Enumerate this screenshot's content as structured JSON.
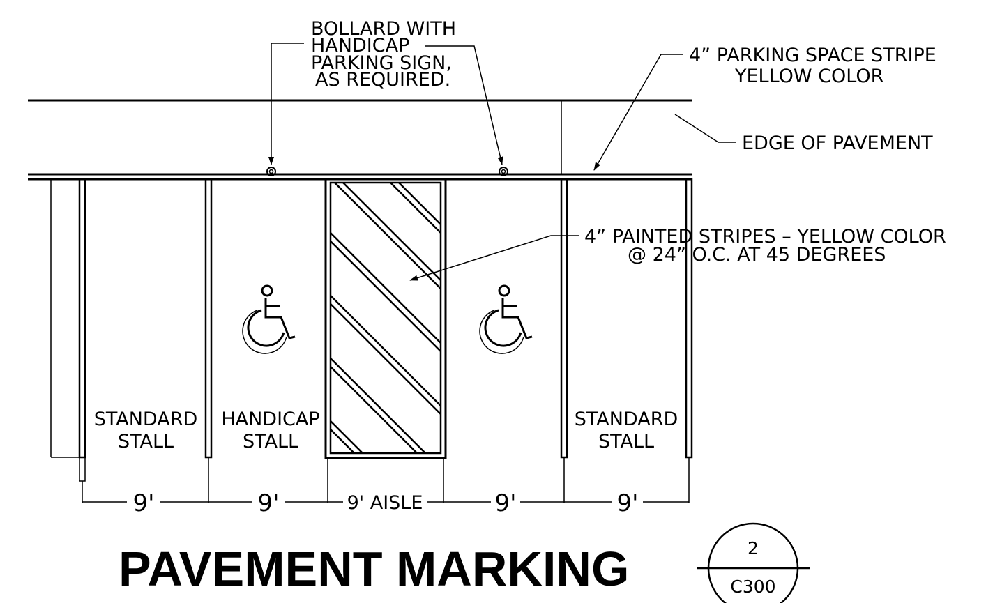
{
  "notes": {
    "bollard": [
      "BOLLARD WITH",
      "HANDICAP",
      "PARKING SIGN,",
      "AS REQUIRED."
    ],
    "stripe": [
      "4” PARKING SPACE STRIPE",
      "YELLOW COLOR"
    ],
    "edge": "EDGE OF PAVEMENT",
    "painted": [
      "4” PAINTED STRIPES – YELLOW COLOR",
      "@ 24” O.C. AT 45 DEGREES"
    ]
  },
  "stalls": [
    {
      "line1": "STANDARD",
      "line2": "STALL"
    },
    {
      "line1": "HANDICAP",
      "line2": "STALL"
    },
    {
      "line1": "STANDARD",
      "line2": "STALL"
    }
  ],
  "dimensions": [
    "9'",
    "9'",
    "9' AISLE",
    "9'",
    "9'"
  ],
  "title": "PAVEMENT MARKING",
  "callout": {
    "number": "2",
    "sheet": "C300"
  },
  "icons": [
    "handicap-symbol-icon",
    "bollard-icon"
  ]
}
